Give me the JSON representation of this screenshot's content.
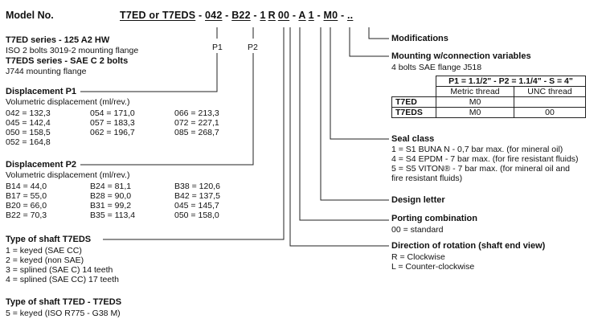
{
  "header": {
    "model_label": "Model No.",
    "code_parts": [
      "T7ED or T7EDS",
      " - ",
      "042",
      " - ",
      "B22",
      " - ",
      "1",
      "R",
      "00",
      " - ",
      "A",
      "1",
      " - ",
      "M0",
      " - ",
      ".."
    ],
    "p1": "P1",
    "p2": "P2"
  },
  "series": {
    "t7ed_title": "T7ED series - 125 A2 HW",
    "t7ed_desc": "ISO 2 bolts 3019-2 mounting flange",
    "t7eds_title": "T7EDS series - SAE C 2 bolts",
    "t7eds_desc": "J744 mounting flange"
  },
  "displacement_p1": {
    "title": "Displacement P1",
    "subtitle": "Volumetric displacement (ml/rev.)",
    "col1": [
      "042 = 132,3",
      "045 = 142,4",
      "050 = 158,5",
      "052 = 164,8"
    ],
    "col2": [
      "054 = 171,0",
      "057 = 183,3",
      "062 = 196,7"
    ],
    "col3": [
      "066 = 213,3",
      "072 = 227,1",
      "085 = 268,7"
    ]
  },
  "displacement_p2": {
    "title": "Displacement P2",
    "subtitle": "Volumetric displacement (ml/rev.)",
    "col1": [
      "B14 = 44,0",
      "B17 = 55,0",
      "B20 = 66,0",
      "B22 = 70,3"
    ],
    "col2": [
      "B24 = 81,1",
      "B28 = 90,0",
      "B31 = 99,2",
      "B35 = 113,4"
    ],
    "col3": [
      "B38 = 120,6",
      "B42 = 137,5",
      "045 = 145,7",
      "050 = 158,0"
    ]
  },
  "shaft_t7eds": {
    "title": "Type of shaft T7EDS",
    "items": [
      "1 = keyed (SAE CC)",
      "2 = keyed (non SAE)",
      "3 = splined (SAE C) 14 teeth",
      "4 = splined (SAE CC) 17 teeth"
    ]
  },
  "shaft_both": {
    "title": "Type of shaft T7ED - T7EDS",
    "items": [
      "5 = keyed (ISO R775 - G38 M)"
    ]
  },
  "modifications": {
    "title": "Modifications"
  },
  "mounting": {
    "title": "Mounting w/connection variables",
    "desc": "4 bolts SAE flange J518",
    "table": {
      "header": "P1 = 1.1/2\" - P2 = 1.1/4\" - S = 4\"",
      "columns": [
        "Metric thread",
        "UNC thread"
      ],
      "rows": [
        {
          "label": "T7ED",
          "metric": "M0",
          "unc": ""
        },
        {
          "label": "T7EDS",
          "metric": "M0",
          "unc": "00"
        }
      ]
    }
  },
  "seal": {
    "title": "Seal class",
    "items": [
      "1 = S1 BUNA N - 0,7 bar max. (for mineral oil)",
      "4 = S4 EPDM - 7 bar max. (for fire resistant fluids)",
      "5 = S5 VITON® - 7 bar max. (for mineral oil and",
      "fire resistant fluids)"
    ]
  },
  "design": {
    "title": "Design letter"
  },
  "porting": {
    "title": "Porting combination",
    "desc": "00 = standard"
  },
  "rotation": {
    "title": "Direction of rotation (shaft end view)",
    "items": [
      "R = Clockwise",
      "L = Counter-clockwise"
    ]
  }
}
